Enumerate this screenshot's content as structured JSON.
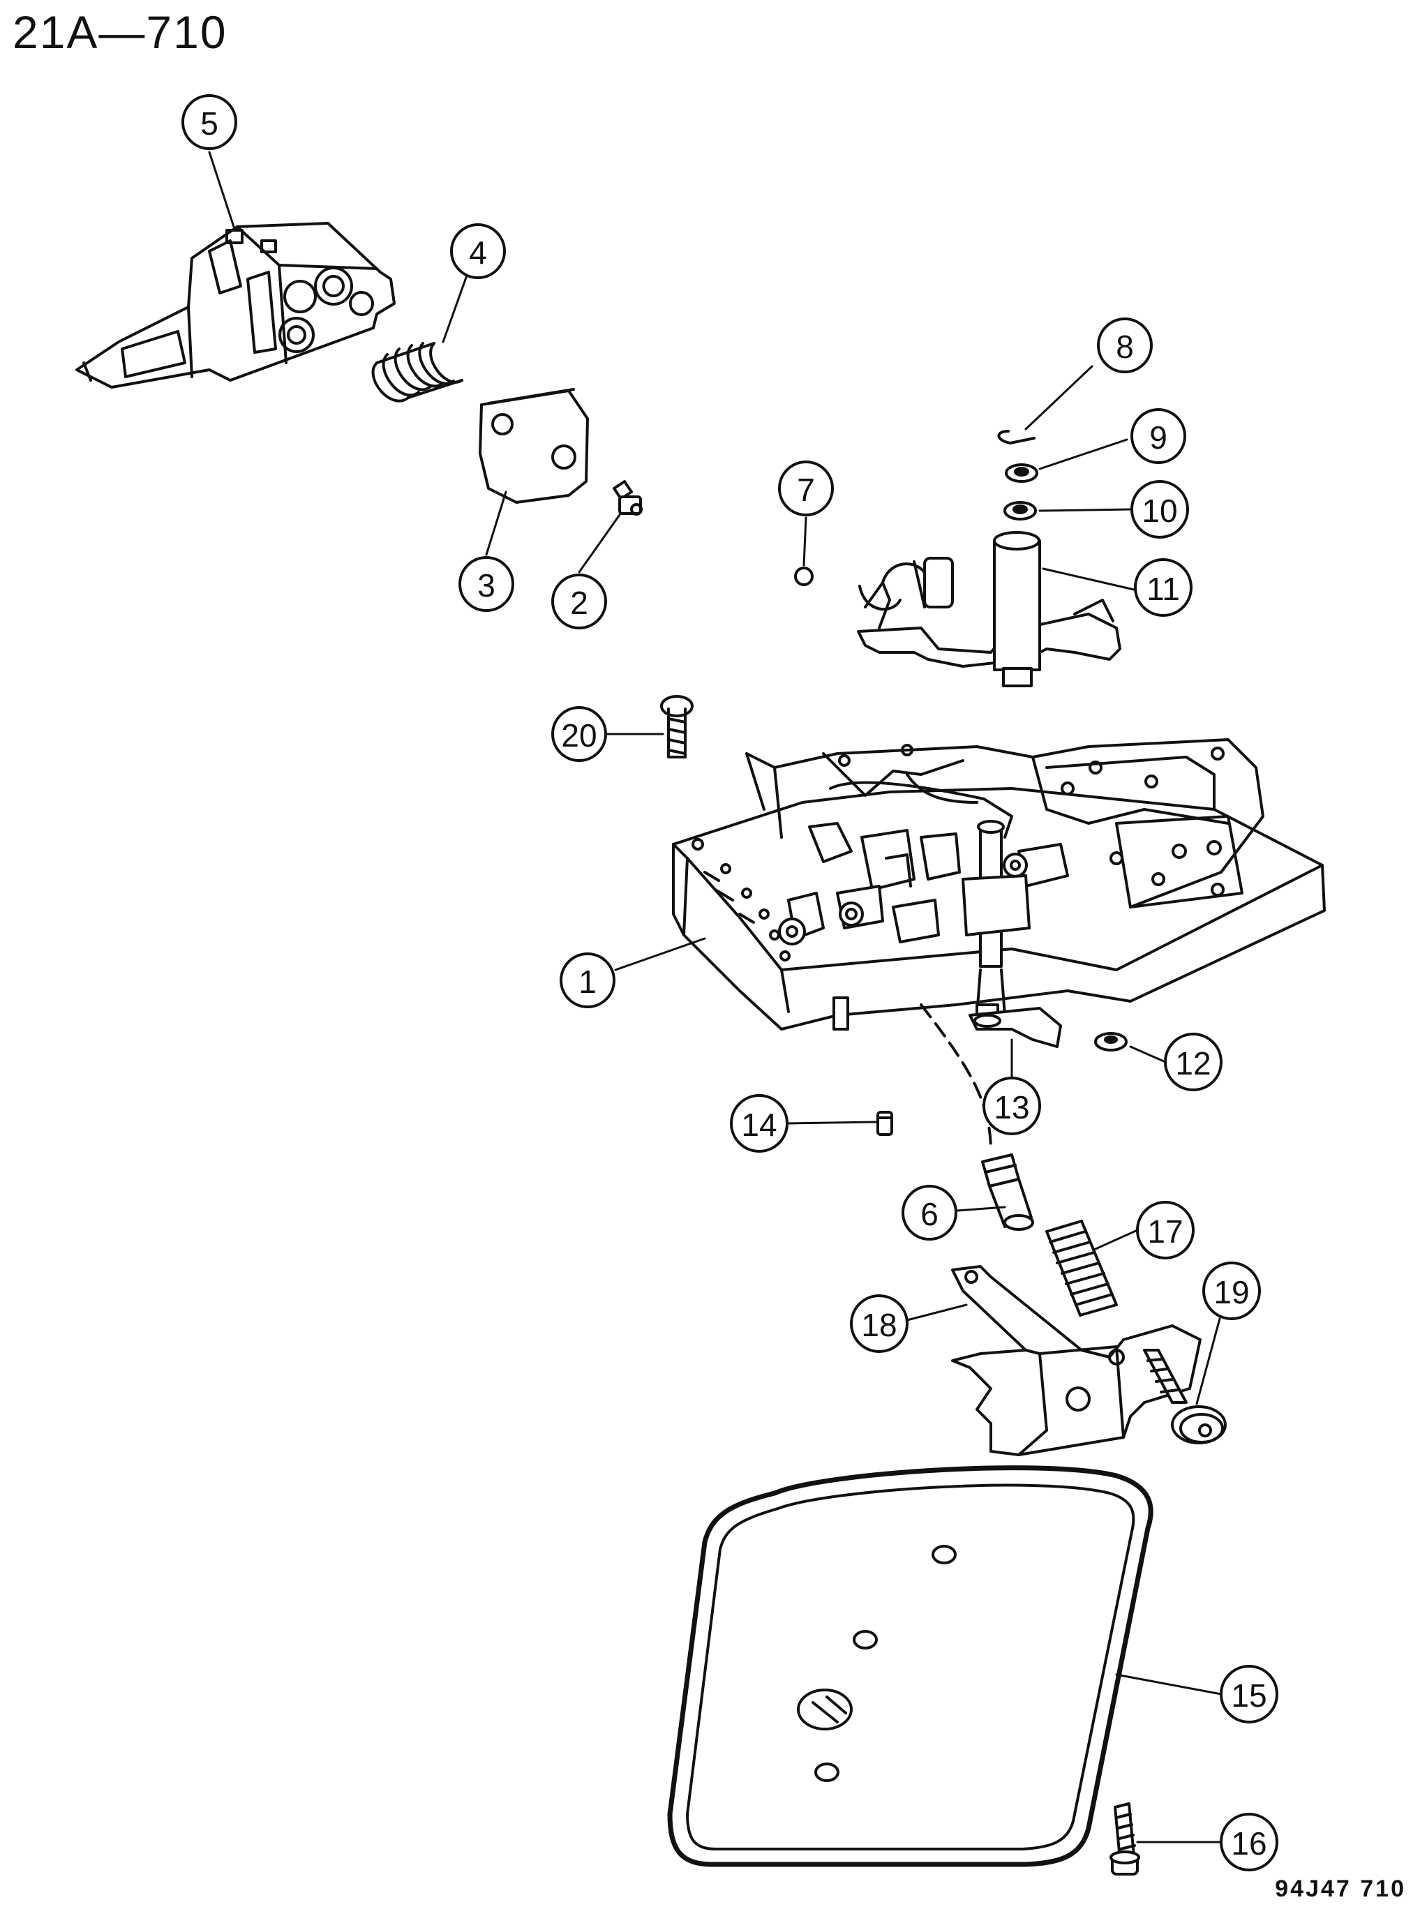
{
  "title": "21A—710",
  "figure_code": "94J47 710",
  "callouts": [
    {
      "id": "1",
      "label": "1"
    },
    {
      "id": "2",
      "label": "2"
    },
    {
      "id": "3",
      "label": "3"
    },
    {
      "id": "4",
      "label": "4"
    },
    {
      "id": "5",
      "label": "5"
    },
    {
      "id": "6",
      "label": "6"
    },
    {
      "id": "7",
      "label": "7"
    },
    {
      "id": "8",
      "label": "8"
    },
    {
      "id": "9",
      "label": "9"
    },
    {
      "id": "10",
      "label": "10"
    },
    {
      "id": "11",
      "label": "11"
    },
    {
      "id": "12",
      "label": "12"
    },
    {
      "id": "13",
      "label": "13"
    },
    {
      "id": "14",
      "label": "14"
    },
    {
      "id": "15",
      "label": "15"
    },
    {
      "id": "16",
      "label": "16"
    },
    {
      "id": "17",
      "label": "17"
    },
    {
      "id": "18",
      "label": "18"
    },
    {
      "id": "19",
      "label": "19"
    },
    {
      "id": "20",
      "label": "20"
    }
  ]
}
